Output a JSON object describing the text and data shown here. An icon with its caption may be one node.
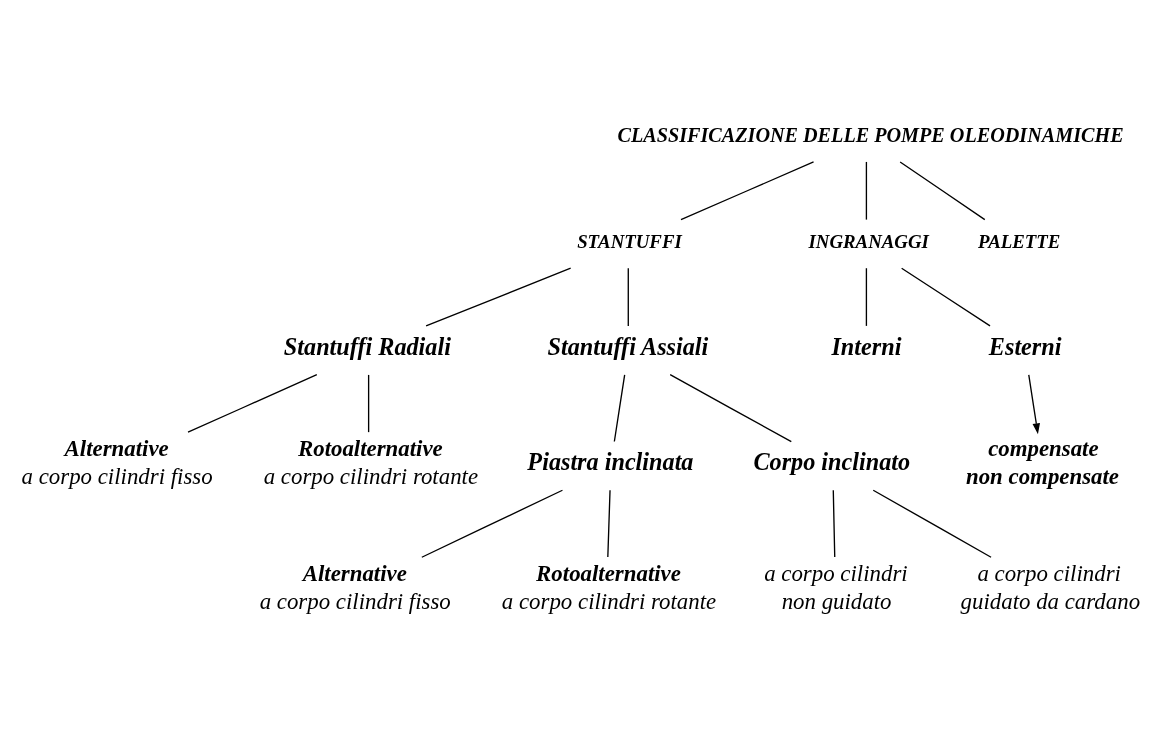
{
  "diagram": {
    "nodes": [
      {
        "text": [
          "CLASSIFICAZIONE DELLE POMPE OLEODINAMICHE"
        ]
      },
      {
        "text": [
          "STANTUFFI"
        ]
      },
      {
        "text": [
          "INGRANAGGI"
        ]
      },
      {
        "text": [
          "PALETTE"
        ]
      },
      {
        "text": [
          "Interni"
        ]
      },
      {
        "text": [
          "Esterni"
        ]
      },
      {
        "text": [
          "compensate",
          "non compensate"
        ]
      },
      {
        "text": [
          "Stantuffi Radiali"
        ]
      },
      {
        "text": [
          "Alternative",
          "a corpo cilindri fisso"
        ]
      },
      {
        "text": [
          "Rotoalternative",
          "a corpo cilindri rotante"
        ]
      },
      {
        "text": [
          "Stantuffi Assiali"
        ]
      },
      {
        "text": [
          "Piastra inclinata"
        ]
      },
      {
        "text": [
          "Corpo inclinato"
        ]
      },
      {
        "text": [
          "Alternative",
          "a corpo cilindri fisso"
        ]
      },
      {
        "text": [
          "Rotoalternative",
          "a corpo cilindri rotante"
        ]
      },
      {
        "text": [
          "a corpo cilindri non guidato"
        ]
      },
      {
        "text": [
          "a corpo cilindri guidato da cardano"
        ]
      }
    ],
    "edges": [
      {
        "from": 0,
        "to": 1,
        "arrow": "none"
      },
      {
        "from": 0,
        "to": 2,
        "arrow": "none"
      },
      {
        "from": 0,
        "to": 3,
        "arrow": "none"
      },
      {
        "from": 2,
        "to": 4,
        "arrow": "none"
      },
      {
        "from": 2,
        "to": 5,
        "arrow": "none"
      },
      {
        "from": 5,
        "to": 6,
        "arrow": "to"
      },
      {
        "from": 1,
        "to": 7,
        "arrow": "none"
      },
      {
        "from": 1,
        "to": 10,
        "arrow": "none"
      },
      {
        "from": 7,
        "to": 8,
        "arrow": "none"
      },
      {
        "from": 7,
        "to": 9,
        "arrow": "none"
      },
      {
        "from": 10,
        "to": 11,
        "arrow": "none"
      },
      {
        "from": 10,
        "to": 12,
        "arrow": "none"
      },
      {
        "from": 11,
        "to": 13,
        "arrow": "none"
      },
      {
        "from": 11,
        "to": 14,
        "arrow": "none"
      },
      {
        "from": 12,
        "to": 15,
        "arrow": "none"
      },
      {
        "from": 12,
        "to": 16,
        "arrow": "none"
      }
    ]
  }
}
